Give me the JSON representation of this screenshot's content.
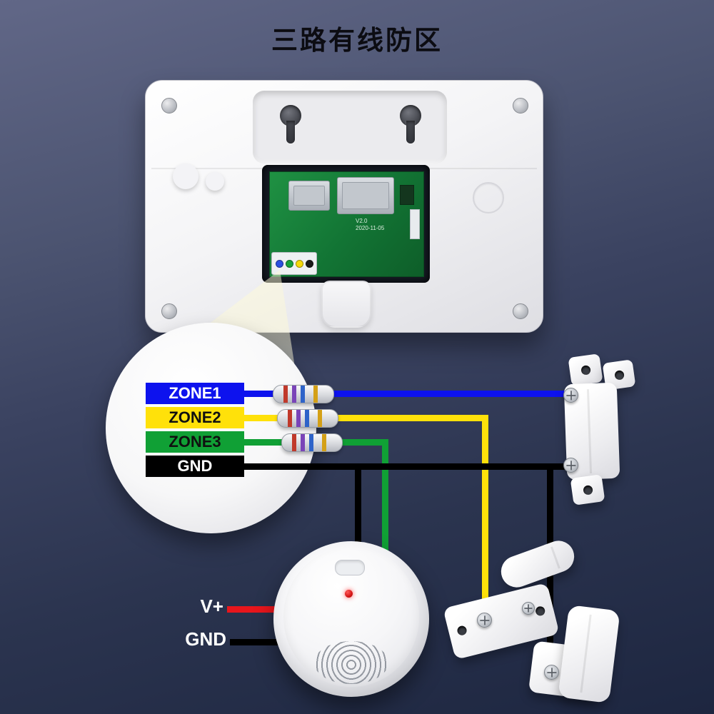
{
  "title": "三路有线防区",
  "zones": [
    {
      "label": "ZONE1",
      "color": "#0d12ee",
      "text_color": "#ffffff"
    },
    {
      "label": "ZONE2",
      "color": "#ffe10a",
      "text_color": "#101010"
    },
    {
      "label": "ZONE3",
      "color": "#10a035",
      "text_color": "#101010"
    },
    {
      "label": "GND",
      "color": "#000000",
      "text_color": "#ffffff"
    }
  ],
  "pcb": {
    "version": "V2.0",
    "date": "2020-11-05"
  },
  "power_labels": {
    "vplus": "V+",
    "gnd": "GND"
  },
  "wire_colors": {
    "zone1": "#0d12ee",
    "zone2": "#ffe10a",
    "zone3": "#10a035",
    "gnd": "#000000",
    "power_positive": "#e8161c"
  },
  "background_colors": {
    "top": "#616787",
    "bottom": "#1d2640"
  }
}
